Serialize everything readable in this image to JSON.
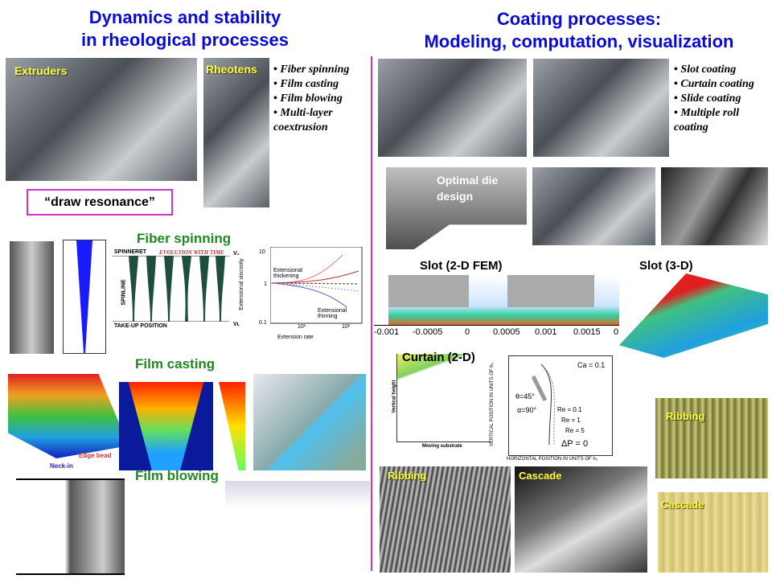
{
  "left": {
    "title_line1": "Dynamics and stability",
    "title_line2": "in rheological processes",
    "extruders_label": "Extruders",
    "rheotens_label": "Rheotens",
    "bullets": [
      "Fiber spinning",
      "Film casting",
      "Film blowing",
      "Multi-layer coextrusion"
    ],
    "draw_resonance": "“draw resonance”",
    "fiber_spinning": {
      "title": "Fiber spinning",
      "spinneret": "SPINNERET",
      "evolution": "EVOLUTION WITH TIME",
      "spinline": "SPINLINE",
      "takeup": "TAKE-UP POSITION",
      "v0": "V₀",
      "vl": "Vʟ",
      "plot": {
        "ylabel": "Extensional viscosity",
        "xlabel": "Extension rate",
        "yticks": [
          "10",
          "1",
          "0.1"
        ],
        "xticks": [
          "10¹",
          "10²"
        ],
        "thickening": "Extensional thickening",
        "thinning": "Extensional thinning"
      }
    },
    "film_casting": {
      "title": "Film casting",
      "edge_bead": "Edge bead",
      "neck_in": "Neck-in"
    },
    "film_blowing": {
      "title": "Film blowing"
    }
  },
  "right": {
    "title_line1": "Coating processes:",
    "title_line2": "Modeling, computation, visualization",
    "bullets": [
      "Slot coating",
      "Curtain coating",
      "Slide coating",
      "Multiple roll coating"
    ],
    "optimal_die": "Optimal die design",
    "slot_2d": {
      "title": "Slot (2-D FEM)",
      "xticks": [
        "-0.001",
        "-0.0005",
        "0",
        "0.0005",
        "0.001",
        "0.0015",
        "0"
      ]
    },
    "slot_3d": "Slot (3-D)",
    "curtain": {
      "title": "Curtain (2-D)",
      "xlabel": "Moving substrate",
      "ylabel": "Vertical height"
    },
    "curtain_plot": {
      "ca": "Ca = 0.1",
      "theta": "θ=45°",
      "alpha": "α=90°",
      "re": [
        "Re = 0.1",
        "Re = 1",
        "Re = 5"
      ],
      "dp": "ΔP = 0",
      "xlabel": "HORIZONTAL POSITION IN UNITS OF h₀",
      "ylabel": "VERTICAL POSITION IN UNITS OF h₀"
    },
    "ribbing": "Ribbing",
    "cascade": "Cascade"
  },
  "colors": {
    "title": "#0a0ad8",
    "section": "#1f8a1f",
    "divider": "#cc33cc"
  }
}
